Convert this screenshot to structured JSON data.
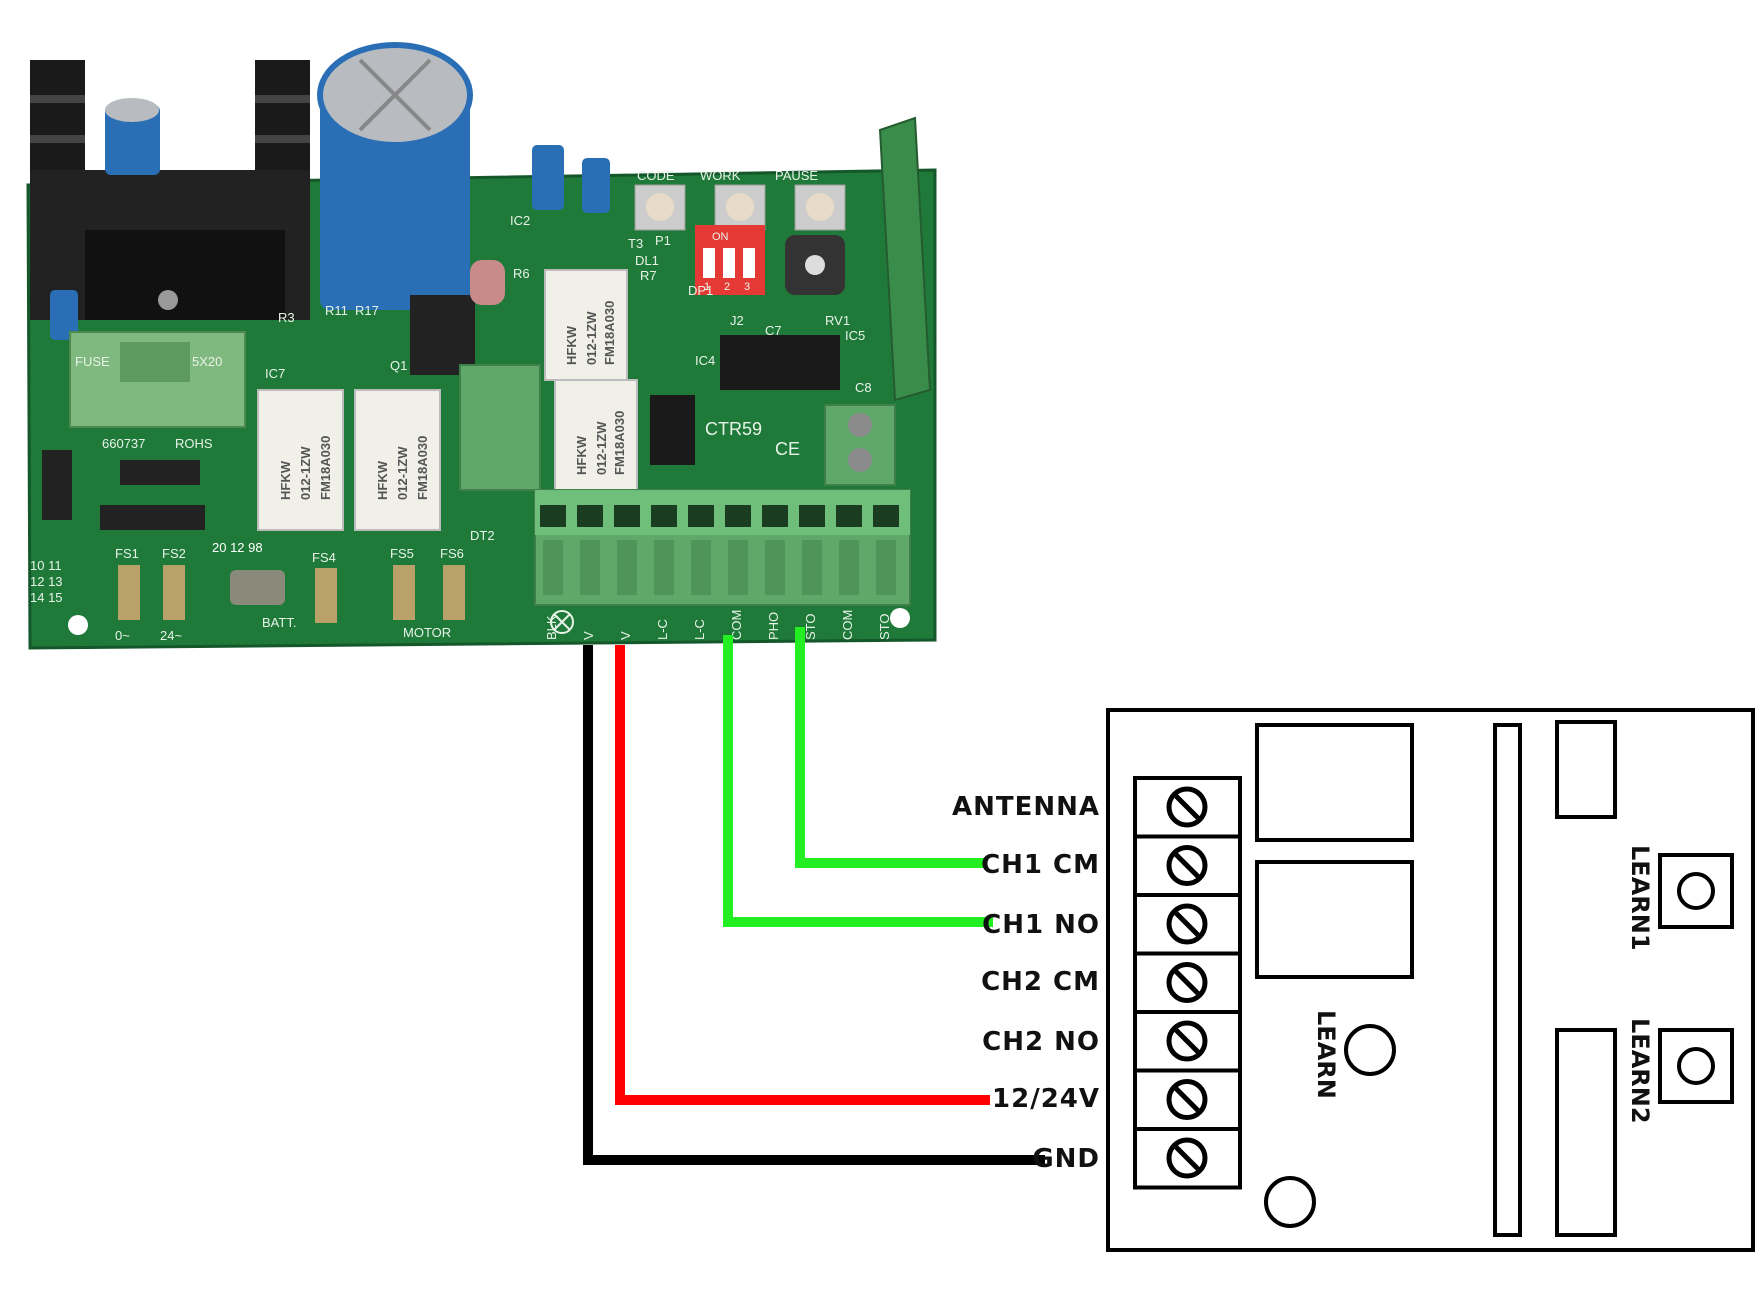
{
  "receiver": {
    "terminals": [
      "ANTENNA",
      "CH1 CM",
      "CH1 NO",
      "CH2 CM",
      "CH2 NO",
      "12/24V",
      "GND"
    ],
    "learn_label": "LEARN",
    "learn1_label": "LEARN1",
    "learn2_label": "LEARN2"
  },
  "board": {
    "fuse_label": "FUSE",
    "fuse_rating": "5X20",
    "part_number": "660737",
    "rohs": "ROHS",
    "model": "CTR59",
    "ce_mark": "CE",
    "relay_brand": "HFKW",
    "relay_spec": "012-1ZW",
    "relay_model": "FM18A030",
    "button_labels": [
      "CODE",
      "WORK",
      "PAUSE"
    ],
    "dip_on": "ON",
    "dip_numbers": [
      "1",
      "2",
      "3"
    ],
    "voltage_labels": [
      "0~",
      "24~"
    ],
    "batt_label": "BATT.",
    "motor_label": "MOTOR",
    "fs_labels": [
      "FS1",
      "FS2",
      "FS4",
      "FS5",
      "FS6"
    ],
    "pin_labels": [
      "10 11",
      "12 13",
      "14 15"
    ],
    "component_labels": [
      "R3",
      "R11",
      "R17",
      "IC7",
      "Q1",
      "IC2",
      "T3",
      "P1",
      "DL1",
      "R7",
      "R6",
      "J2",
      "C7",
      "RV1",
      "IC5",
      "IC4",
      "C8",
      "DT2",
      "DP1"
    ],
    "date_code": "20 12 98",
    "terminal_labels": [
      "BLK",
      "V",
      "V",
      "L-C",
      "L-C",
      "COM",
      "PHO",
      "STO",
      "COM",
      "STO"
    ]
  },
  "wires": [
    {
      "from": "GND",
      "color": "#000000"
    },
    {
      "from": "12/24V",
      "color": "#ff0000"
    },
    {
      "from": "CH1 NO",
      "color": "#22ee22"
    },
    {
      "from": "CH1 CM",
      "color": "#22ee22"
    }
  ],
  "colors": {
    "pcb": "#1f7a3a",
    "terminal_block": "#5fa86a",
    "capacitor": "#2a6fb5"
  }
}
